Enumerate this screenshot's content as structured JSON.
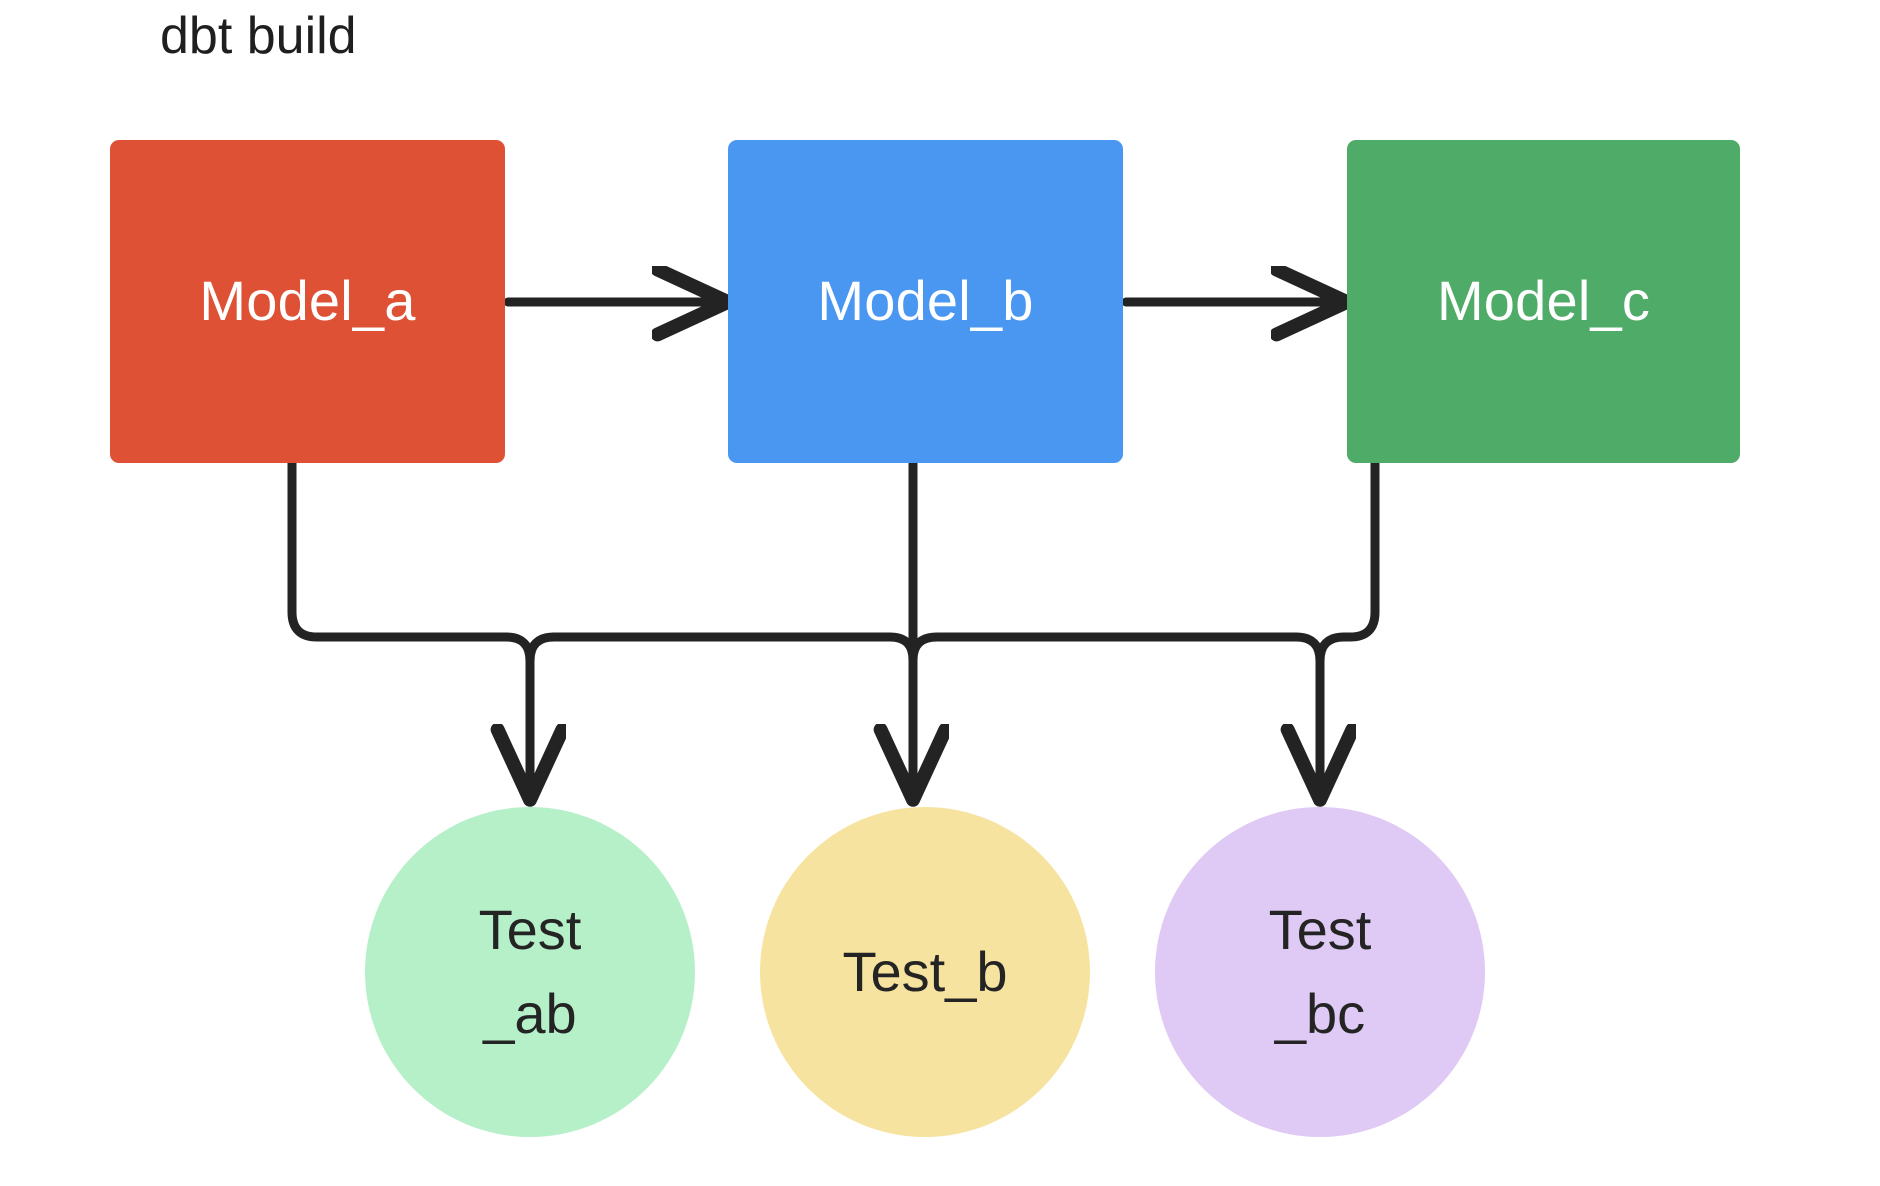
{
  "diagram": {
    "title": "dbt build",
    "title_color": "#1f1f1f",
    "background": "#ffffff",
    "edge_color": "#232323",
    "models": [
      {
        "id": "model_a",
        "label": "Model_a",
        "color": "#DE5134",
        "text_color": "#ffffff"
      },
      {
        "id": "model_b",
        "label": "Model_b",
        "color": "#4A97F2",
        "text_color": "#ffffff"
      },
      {
        "id": "model_c",
        "label": "Model_c",
        "color": "#4FAB68",
        "text_color": "#ffffff"
      }
    ],
    "tests": [
      {
        "id": "test_ab",
        "label": "Test\n_ab",
        "color": "#B6F0C8",
        "text_color": "#242424"
      },
      {
        "id": "test_b",
        "label": "Test_b",
        "color": "#F7E3A0",
        "text_color": "#242424"
      },
      {
        "id": "test_bc",
        "label": "Test\n_bc",
        "color": "#DFC9F5",
        "text_color": "#242424"
      }
    ],
    "edges": [
      {
        "from": "model_a",
        "to": "model_b",
        "kind": "arrow-right"
      },
      {
        "from": "model_b",
        "to": "model_c",
        "kind": "arrow-right"
      },
      {
        "from": "model_a",
        "to": "test_ab",
        "kind": "arrow-down-elbow"
      },
      {
        "from": "model_b",
        "to": "test_ab",
        "kind": "arrow-down-elbow"
      },
      {
        "from": "model_b",
        "to": "test_b",
        "kind": "arrow-down"
      },
      {
        "from": "model_b",
        "to": "test_bc",
        "kind": "arrow-down-elbow"
      },
      {
        "from": "model_c",
        "to": "test_bc",
        "kind": "arrow-down-elbow"
      }
    ]
  }
}
